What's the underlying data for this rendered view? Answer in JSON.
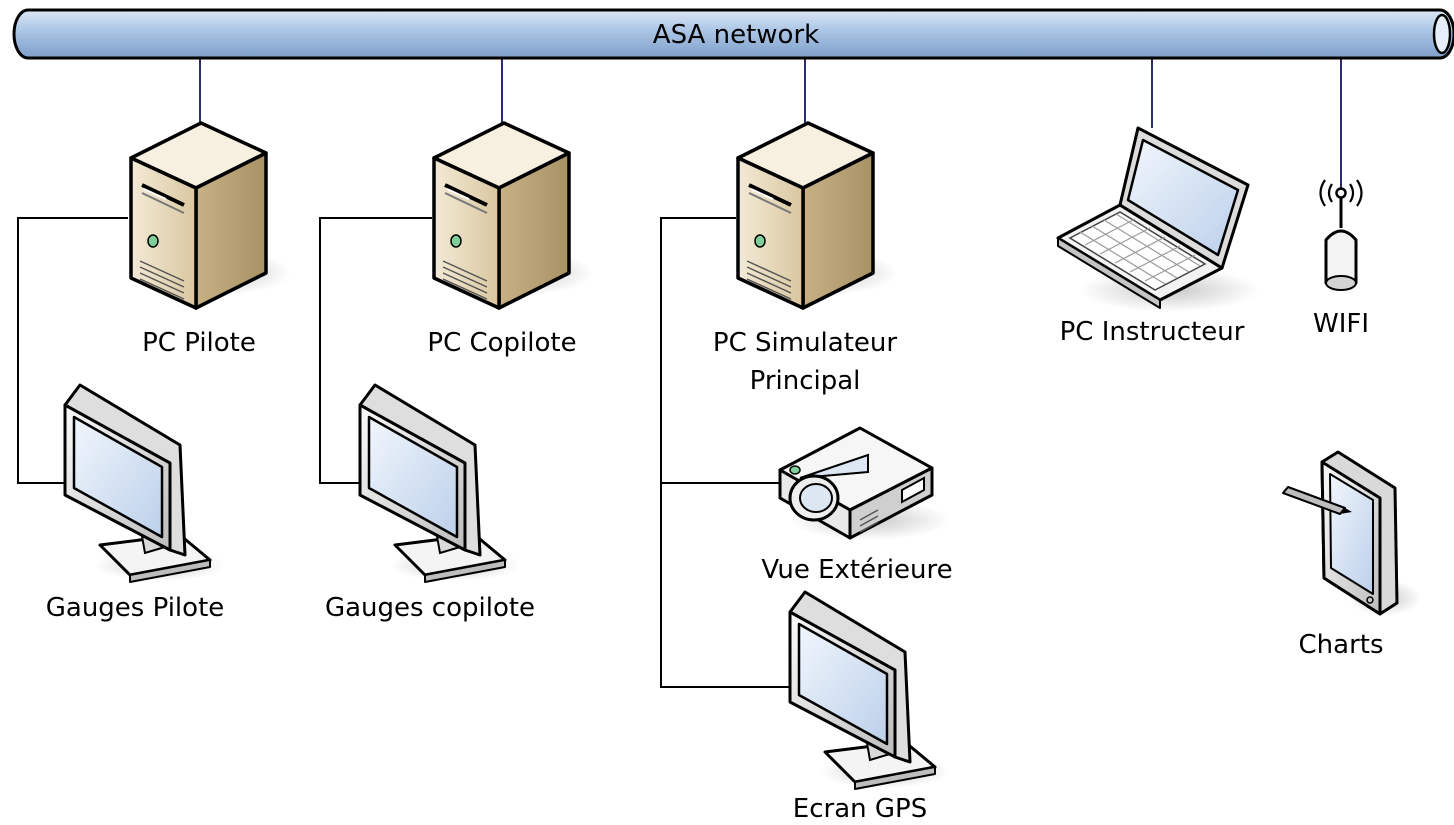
{
  "network": {
    "label": "ASA network"
  },
  "nodes": {
    "pc_pilote": {
      "label": "PC Pilote",
      "icon": "server-tower-icon"
    },
    "pc_copilote": {
      "label": "PC Copilote",
      "icon": "server-tower-icon"
    },
    "pc_simulateur": {
      "label_line1": "PC Simulateur",
      "label_line2": "Principal",
      "icon": "server-tower-icon"
    },
    "pc_instructeur": {
      "label": "PC Instructeur",
      "icon": "laptop-icon"
    },
    "wifi": {
      "label": "WIFI",
      "icon": "wifi-access-point-icon"
    },
    "gauges_pilote": {
      "label": "Gauges Pilote",
      "icon": "monitor-icon"
    },
    "gauges_copilote": {
      "label": "Gauges copilote",
      "icon": "monitor-icon"
    },
    "vue_exterieure": {
      "label": "Vue Extérieure",
      "icon": "projector-icon"
    },
    "ecran_gps": {
      "label": "Ecran GPS",
      "icon": "monitor-icon"
    },
    "charts": {
      "label": "Charts",
      "icon": "tablet-icon"
    }
  },
  "colors": {
    "bus_fill": "#a9c4e4",
    "bus_stroke": "#000000",
    "server_body": "#e8dcc0",
    "screen": "#d6e4f5",
    "network_link": "#2b2e6e"
  }
}
